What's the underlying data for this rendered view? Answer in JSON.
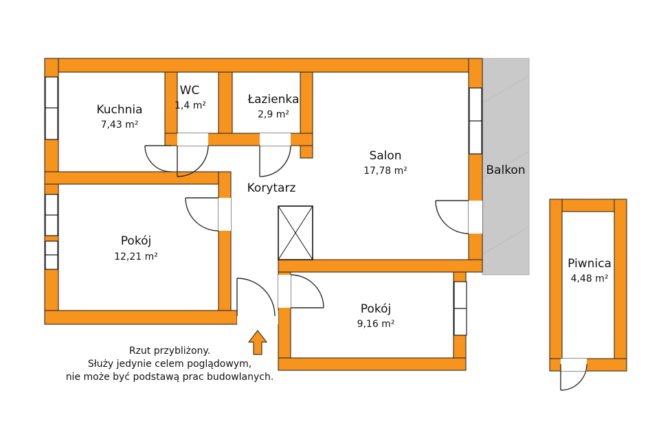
{
  "plan": {
    "colors": {
      "wall": "#F7941D",
      "balcony": "#C9C9C9",
      "text": "#111111",
      "background": "#FFFFFF"
    },
    "rooms": {
      "kuchnia": {
        "name": "Kuchnia",
        "area": "7,43 m²"
      },
      "wc": {
        "name": "WC",
        "area": "1,4 m²"
      },
      "lazienka": {
        "name": "Łazienka",
        "area": "2,9 m²"
      },
      "salon": {
        "name": "Salon",
        "area": "17,78 m²"
      },
      "korytarz": {
        "name": "Korytarz"
      },
      "pokoj_duzy": {
        "name": "Pokój",
        "area": "12,21 m²"
      },
      "pokoj_maly": {
        "name": "Pokój",
        "area": "9,16 m²"
      },
      "balkon": {
        "name": "Balkon"
      },
      "piwnica": {
        "name": "Piwnica",
        "area": "4,48 m²"
      }
    },
    "disclaimer": {
      "line1": "Rzut przybliżony.",
      "line2": "Służy jedynie celem poglądowym,",
      "line3": "nie może być podstawą prac budowlanych."
    }
  }
}
